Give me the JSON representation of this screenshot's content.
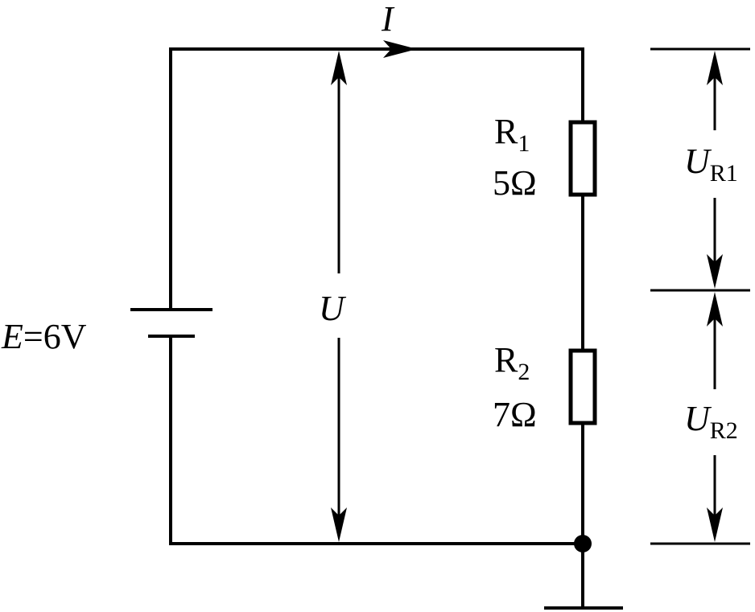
{
  "current": {
    "symbol": "I"
  },
  "source": {
    "symbol": "E",
    "value": "=6V"
  },
  "voltage": {
    "symbol": "U"
  },
  "r1": {
    "name": "R",
    "index": "1",
    "value": "5Ω"
  },
  "r2": {
    "name": "R",
    "index": "2",
    "value": "7Ω"
  },
  "ur1": {
    "symbol": "U",
    "subscript": "R1"
  },
  "ur2": {
    "symbol": "U",
    "subscript": "R2"
  }
}
